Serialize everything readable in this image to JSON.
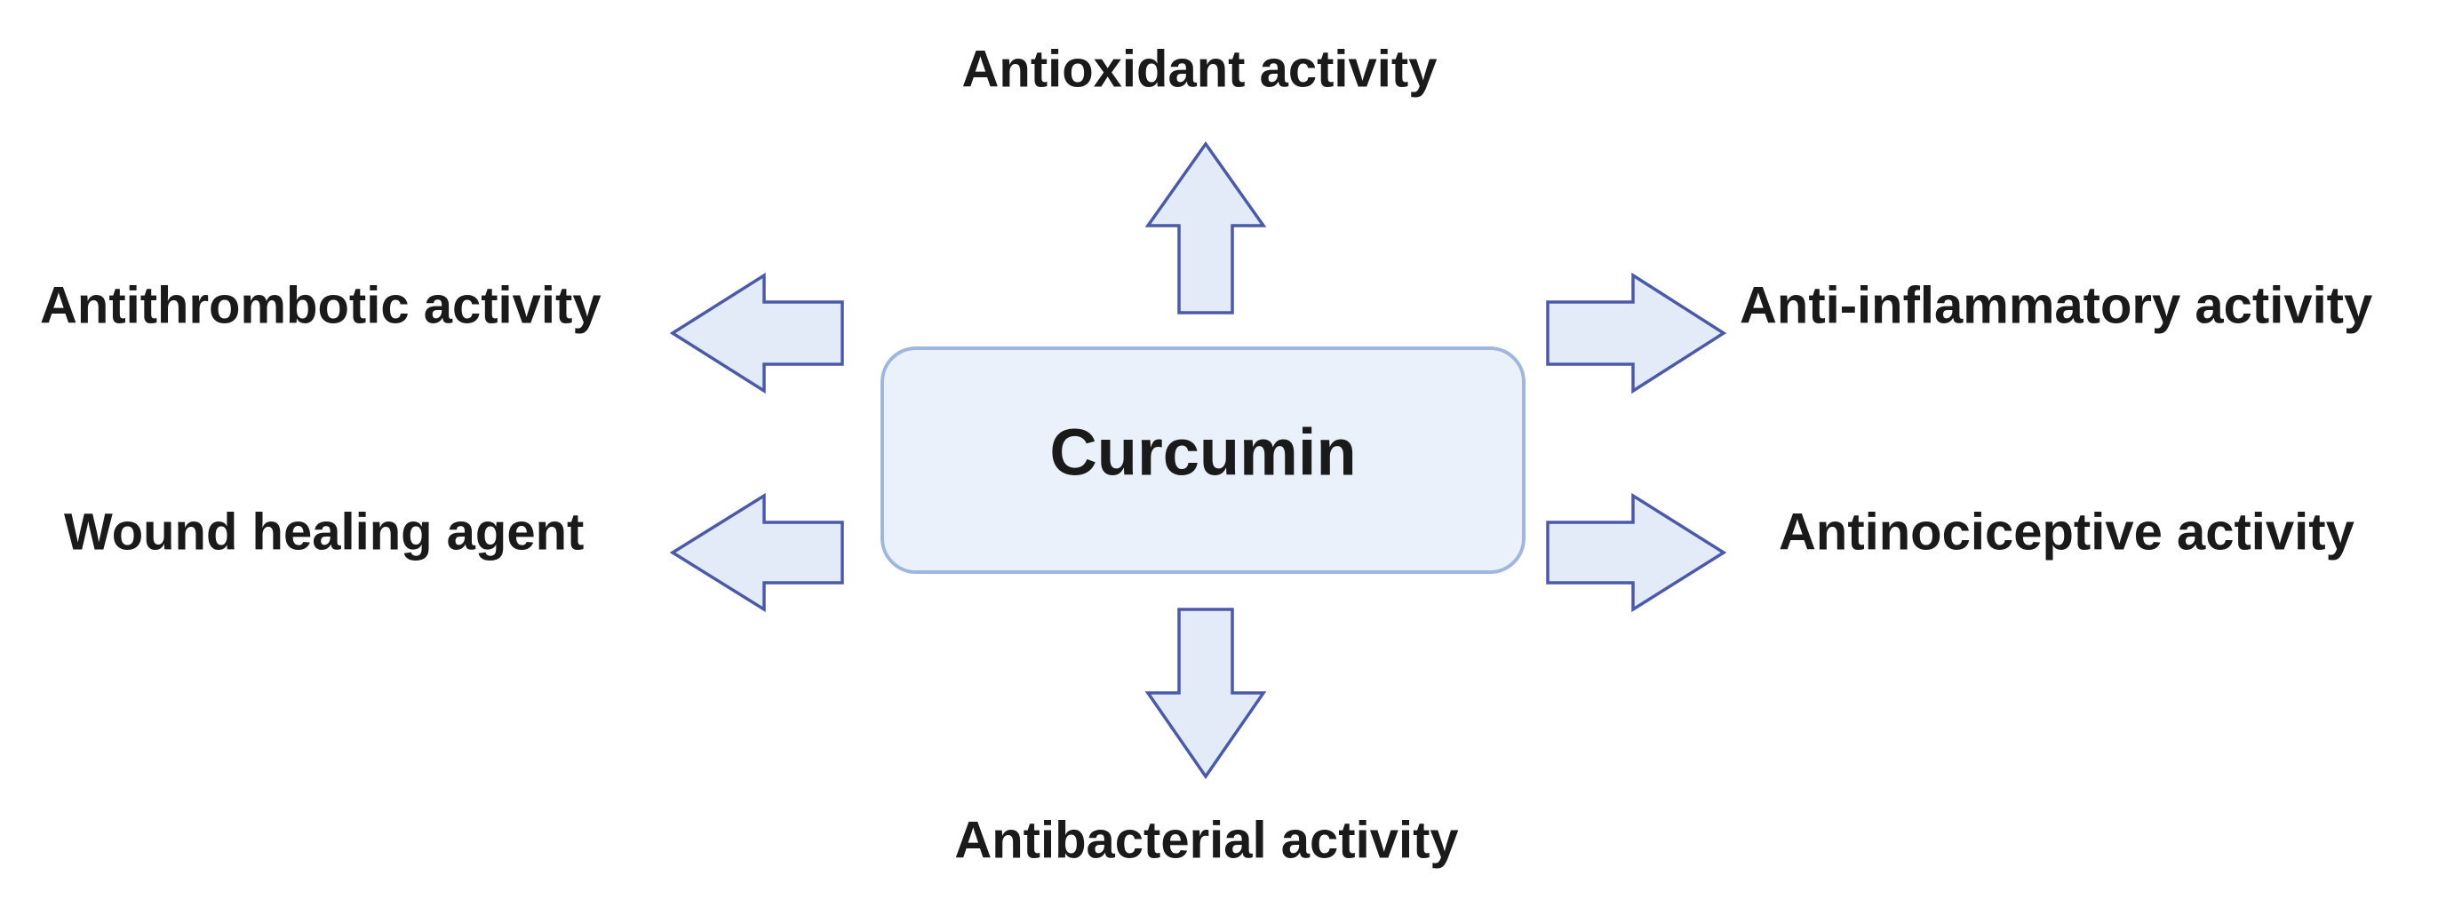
{
  "center": {
    "label": "Curcumin"
  },
  "activities": {
    "top": "Antioxidant activity",
    "upper_left": "Antithrombotic activity",
    "upper_right": "Anti-inflammatory activity",
    "lower_left": "Wound healing agent",
    "lower_right": "Antinociceptive activity",
    "bottom": "Antibacterial activity"
  },
  "colors": {
    "box_fill": "#eaf1fb",
    "box_stroke": "#9fb6de",
    "arrow_fill": "#e3eaf8",
    "arrow_stroke": "#4a5aa8",
    "text": "#1a1a1a"
  }
}
